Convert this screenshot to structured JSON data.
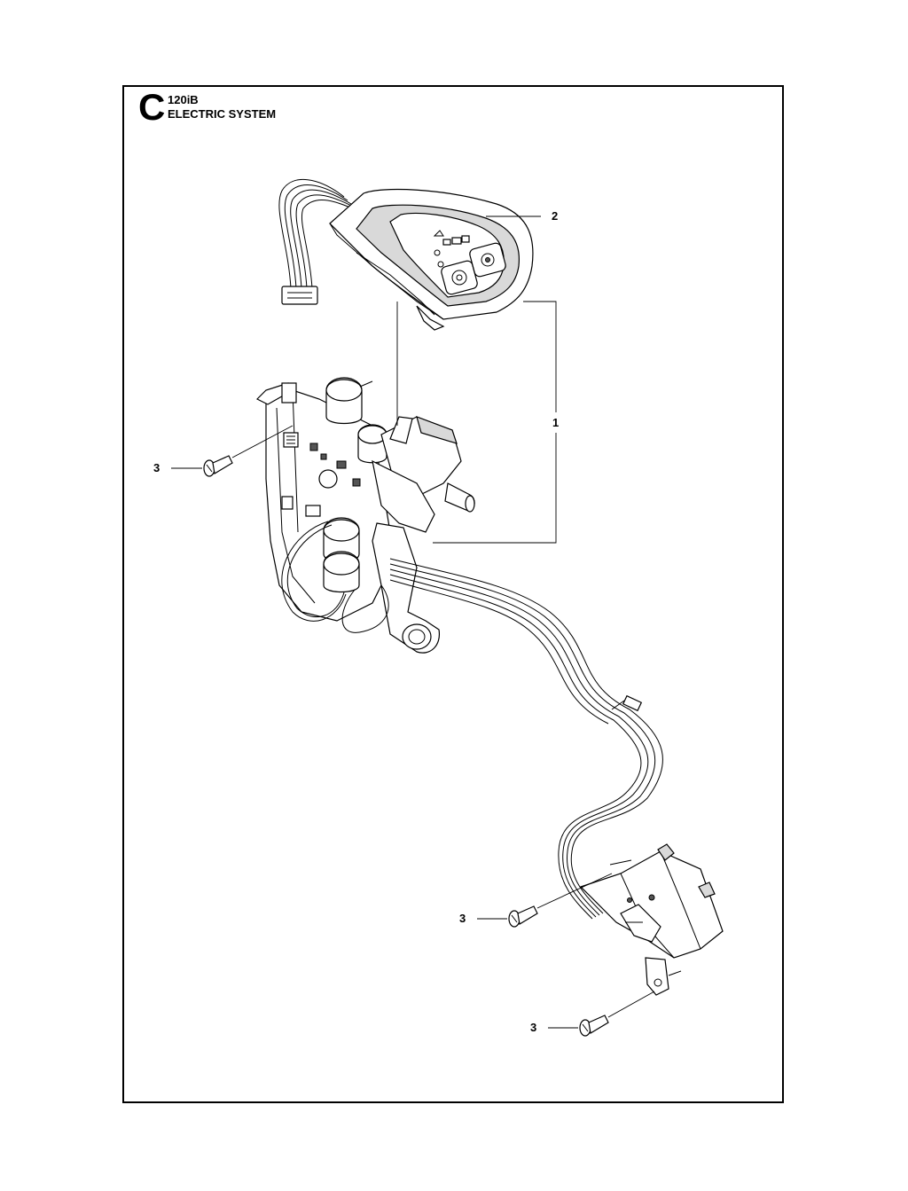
{
  "header": {
    "section_letter": "C",
    "model": "120iB",
    "title": "ELECTRIC SYSTEM"
  },
  "callouts": [
    {
      "label": "1",
      "part": "control-board-assembly"
    },
    {
      "label": "2",
      "part": "control-panel"
    },
    {
      "label": "3",
      "part": "screw"
    },
    {
      "label": "3",
      "part": "screw"
    },
    {
      "label": "3",
      "part": "screw"
    }
  ]
}
